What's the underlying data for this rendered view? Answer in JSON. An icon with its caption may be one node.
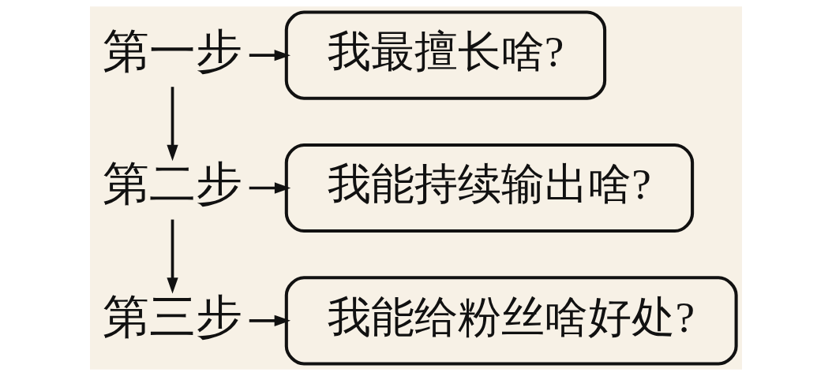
{
  "diagram": {
    "nodes": [
      {
        "text": [
          "第一步"
        ]
      },
      {
        "text": [
          "我最擅长啥?"
        ]
      },
      {
        "text": [
          "第二步"
        ]
      },
      {
        "text": [
          "我能持续输出啥?"
        ]
      },
      {
        "text": [
          "第三步"
        ]
      },
      {
        "text": [
          "我能给粉丝啥好处?"
        ]
      }
    ],
    "edges": [
      {
        "from": 0,
        "to": 1,
        "arrow": "to"
      },
      {
        "from": 0,
        "to": 2,
        "arrow": "to"
      },
      {
        "from": 2,
        "to": 3,
        "arrow": "to"
      },
      {
        "from": 2,
        "to": 4,
        "arrow": "to"
      },
      {
        "from": 4,
        "to": 5,
        "arrow": "to"
      }
    ]
  }
}
